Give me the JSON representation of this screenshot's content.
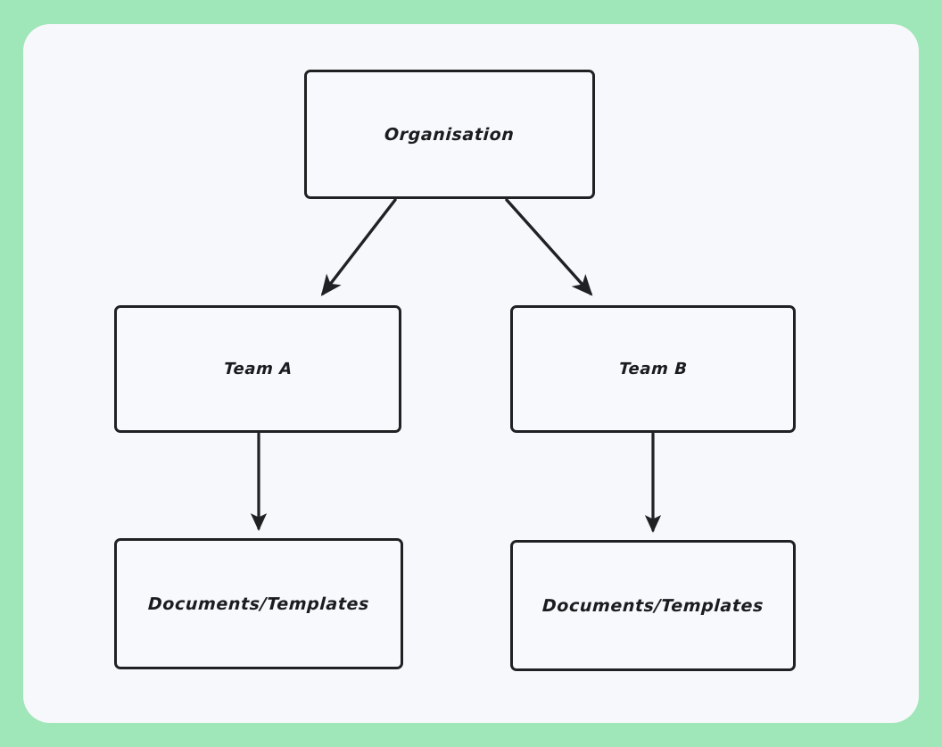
{
  "canvas": {
    "background_color": "#9FE6B8",
    "card_color": "#F7F8FB"
  },
  "diagram": {
    "type": "flowchart",
    "title": "",
    "stroke_color": "#1F2123",
    "node_fill_color": "#F8F9FC",
    "nodes": [
      {
        "id": "org",
        "label": "Organisation"
      },
      {
        "id": "teamA",
        "label": "Team A"
      },
      {
        "id": "teamB",
        "label": "Team B"
      },
      {
        "id": "docsA",
        "label": "Documents/Templates"
      },
      {
        "id": "docsB",
        "label": "Documents/Templates"
      }
    ],
    "edges": [
      {
        "from": "org",
        "to": "teamA",
        "style": "arrow-diagonal"
      },
      {
        "from": "org",
        "to": "teamB",
        "style": "arrow-diagonal"
      },
      {
        "from": "teamA",
        "to": "docsA",
        "style": "arrow-vertical"
      },
      {
        "from": "teamB",
        "to": "docsB",
        "style": "arrow-vertical"
      }
    ]
  }
}
